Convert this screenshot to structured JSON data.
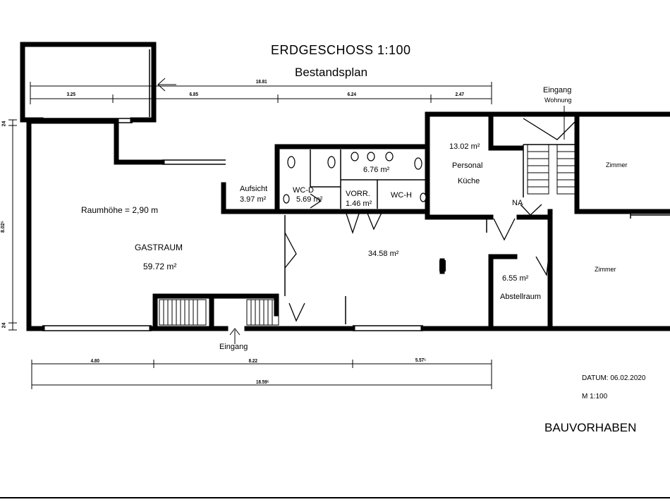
{
  "header": {
    "title": "ERDGESCHOSS 1:100",
    "subtitle": "Bestandsplan"
  },
  "rooms": {
    "gastraum_height": "Raumhöhe = 2,90 m",
    "gastraum_name": "GASTRAUM",
    "gastraum_area": "59.72 m²",
    "aufsicht_name": "Aufsicht",
    "aufsicht_area": "3.97 m²",
    "wc_d_name": "WC-D",
    "wc_d_area": "5.69 m²",
    "vorr_name": "VORR.",
    "vorr_area": "1.46 m²",
    "wc_h_name": "WC-H",
    "wc_h_area": "6.76 m²",
    "hall_area": "34.58 m²",
    "kueche_area": "13.02 m²",
    "kueche_name_1": "Personal",
    "kueche_name_2": "Küche",
    "na": "NA",
    "abstell_area": "6.55 m²",
    "abstell_name": "Abstellraum",
    "zimmer_1": "Zimmer",
    "zimmer_2": "Zimmer"
  },
  "entrances": {
    "main": "Eingang",
    "wohnung_1": "Eingang",
    "wohnung_2": "Wohnung"
  },
  "dimensions": {
    "top_total": "18.81",
    "top_1": "3.25",
    "top_2": "6.85",
    "top_3": "6.24",
    "top_4": "2.47",
    "bottom_1": "4.80",
    "bottom_2": "8.22",
    "bottom_3": "5.57⁵",
    "bottom_total": "18.59⁵",
    "left_height": "8.02⁵",
    "left_top": "24",
    "left_bottom": "24"
  },
  "footer": {
    "date": "DATUM: 06.02.2020",
    "scale": "M 1:100",
    "project": "BAUVORHABEN"
  }
}
